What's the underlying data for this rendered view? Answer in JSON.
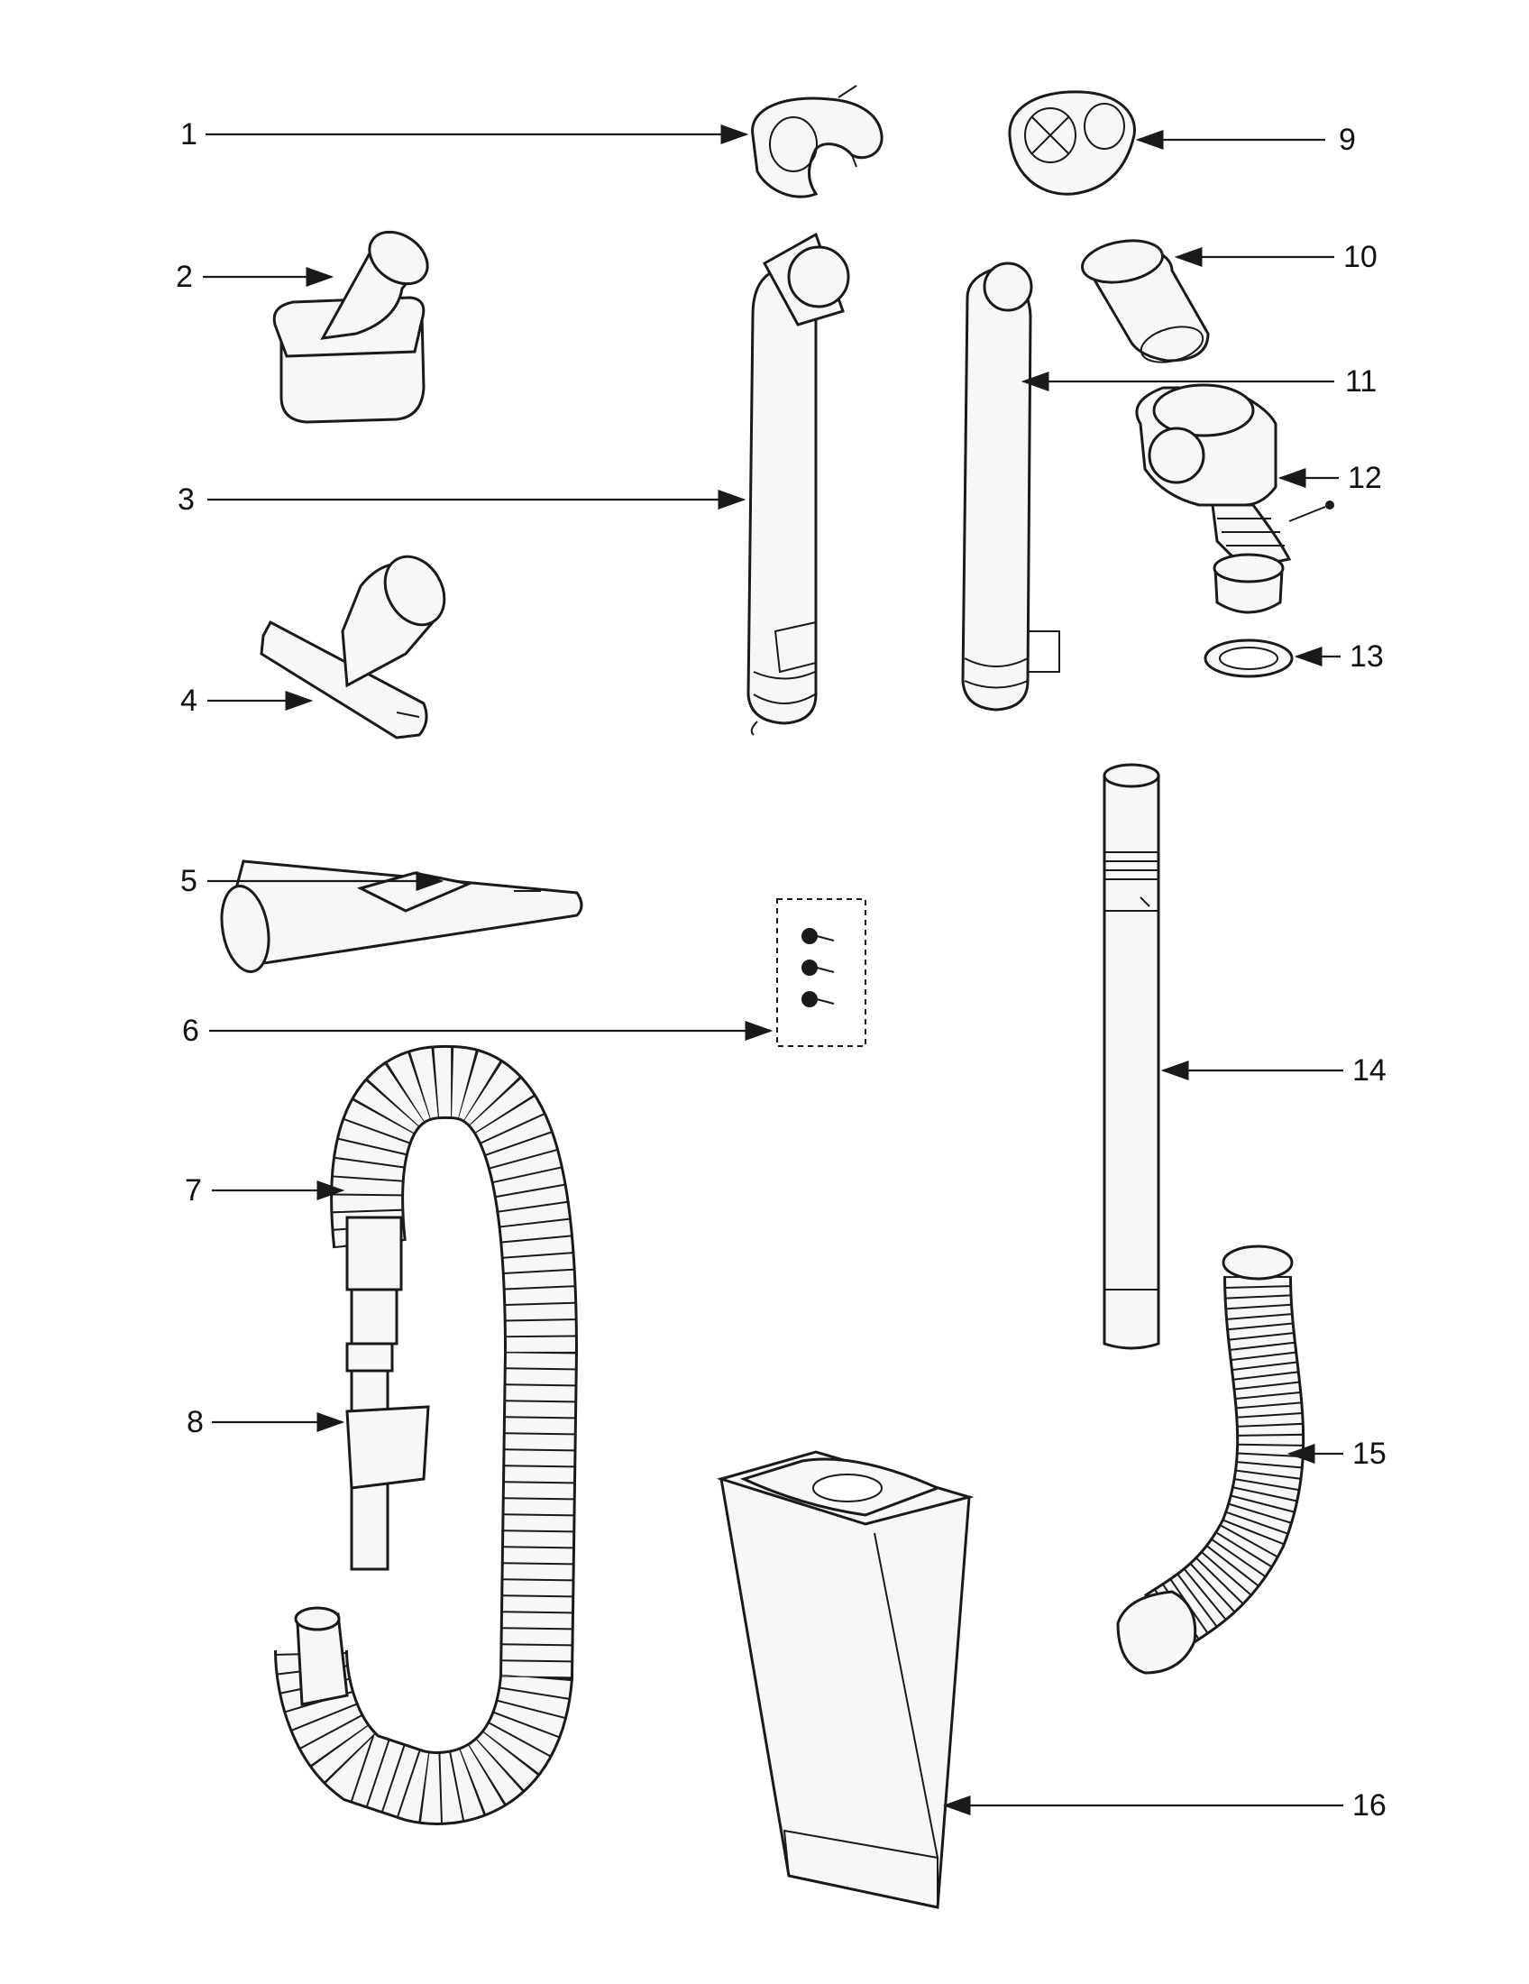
{
  "diagram": {
    "colors": {
      "line": "#1a1a1a",
      "fill": "#f7f7f7",
      "background": "#ffffff"
    },
    "callouts": [
      "1",
      "2",
      "3",
      "4",
      "5",
      "6",
      "7",
      "8",
      "9",
      "10",
      "11",
      "12",
      "13",
      "14",
      "15",
      "16"
    ]
  }
}
